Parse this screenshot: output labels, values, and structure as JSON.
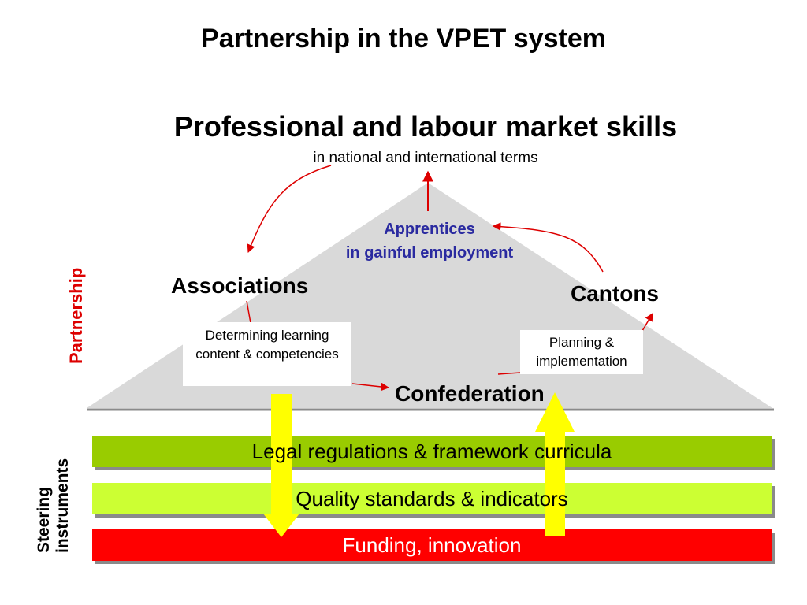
{
  "title": "Partnership in the VPET system",
  "heading": "Professional and labour market skills",
  "subheading": "in  national and international terms",
  "apprentices": {
    "line1": "Apprentices",
    "line2": "in gainful employment"
  },
  "nodes": {
    "associations": "Associations",
    "cantons": "Cantons",
    "confederation": "Confederation"
  },
  "boxes": {
    "associations_task": "Determining learning content & competencies",
    "cantons_task": "Planning & implementation"
  },
  "side_labels": {
    "partnership": "Partnership",
    "steering_line1": "Steering",
    "steering_line2": "instruments"
  },
  "bars": [
    {
      "label": "Legal regulations & framework curricula",
      "color": "#99cc00",
      "text_color": "#000000"
    },
    {
      "label": "Quality standards & indicators",
      "color": "#ccff33",
      "text_color": "#000000"
    },
    {
      "label": "Funding, innovation",
      "color": "#ff0000",
      "text_color": "#ffffff"
    }
  ],
  "colors": {
    "arrow_red": "#dd0000",
    "apprentices_blue": "#2a2aa0",
    "partnership_red": "#dd0000",
    "roof_gray": "#d9d9d9",
    "flow_arrow_yellow": "#ffff00"
  }
}
